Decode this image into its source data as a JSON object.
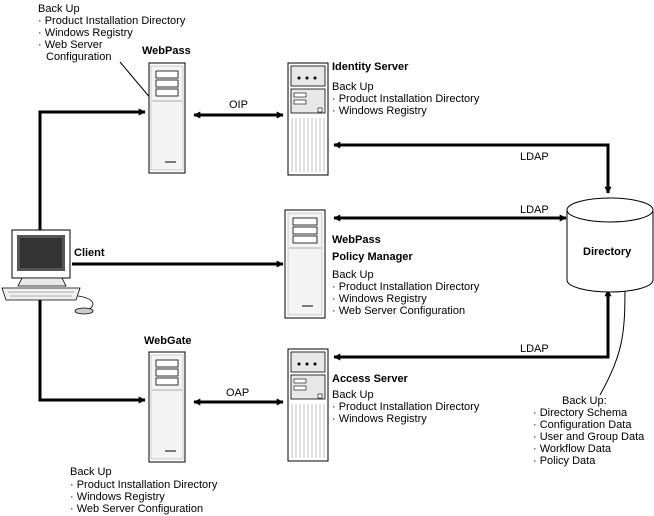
{
  "webpass_top": {
    "title": "WebPass",
    "backup_heading": "Back Up",
    "items": [
      "· Product Installation Directory",
      "· Windows Registry",
      "· Web Server",
      "Configuration"
    ]
  },
  "identity_server": {
    "title": "Identity Server",
    "backup_heading": "Back Up",
    "items": [
      "· Product Installation Directory",
      "· Windows Registry"
    ]
  },
  "policy_manager": {
    "title_line1": "WebPass",
    "title_line2": "Policy Manager",
    "backup_heading": "Back Up",
    "items": [
      "· Product Installation Directory",
      "· Windows Registry",
      "· Web Server Configuration"
    ]
  },
  "webgate": {
    "title": "WebGate",
    "backup_heading": "Back Up",
    "items": [
      "· Product Installation Directory",
      "· Windows Registry",
      "· Web Server Configuration"
    ]
  },
  "access_server": {
    "title": "Access Server",
    "backup_heading": "Back Up",
    "items": [
      "· Product Installation Directory",
      "· Windows Registry"
    ]
  },
  "client": {
    "label": "Client"
  },
  "directory": {
    "label": "Directory",
    "backup_heading": "Back Up:",
    "items": [
      "· Directory Schema",
      "· Configuration Data",
      "· User and Group Data",
      "· Workflow Data",
      "· Policy Data"
    ]
  },
  "connections": {
    "oip": "OIP",
    "oap": "OAP",
    "ldap_identity": "LDAP",
    "ldap_policy": "LDAP",
    "ldap_access": "LDAP"
  }
}
